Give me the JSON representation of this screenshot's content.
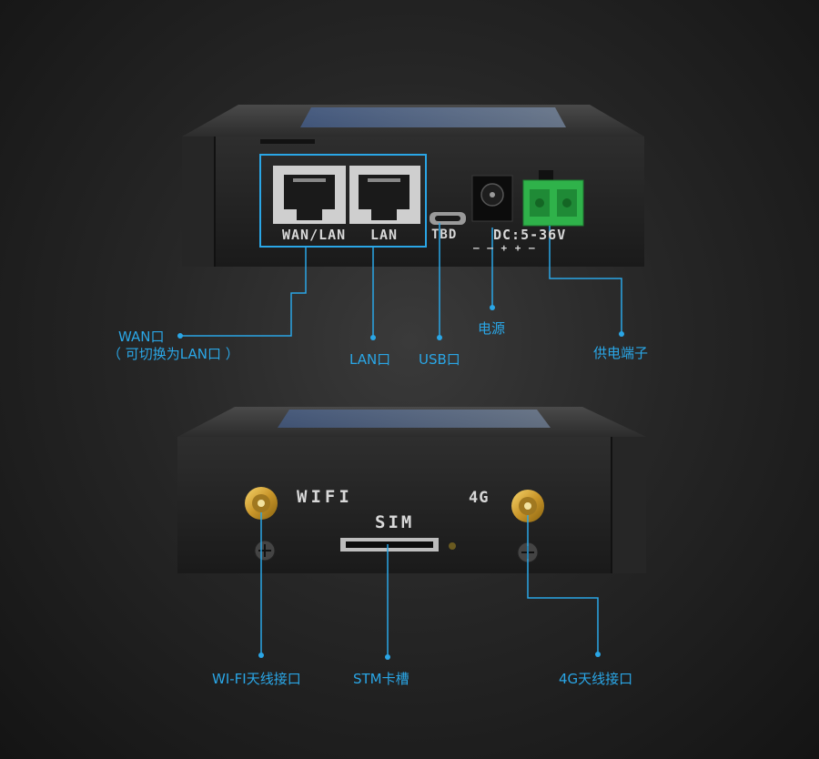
{
  "device_print": {
    "wan_lan": "WAN/LAN",
    "lan": "LAN",
    "tbd": "TBD",
    "dc": "DC:5-36V",
    "polarity": "— — +   + —",
    "wifi": "WIFI",
    "g4": "4G",
    "sim": "SIM"
  },
  "callouts": {
    "wan_line1": "WAN口",
    "wan_line2": "（ 可切换为LAN口 ）",
    "lan": "LAN口",
    "usb": "USB口",
    "power": "电源",
    "terminal": "供电端子",
    "wifi_ant": "WI-FI天线接口",
    "sim_slot": "STM卡槽",
    "ant_4g": "4G天线接口"
  },
  "colors": {
    "callout": "#2aa6e6",
    "terminal_green": "#2fb24a",
    "background": "#222222"
  }
}
